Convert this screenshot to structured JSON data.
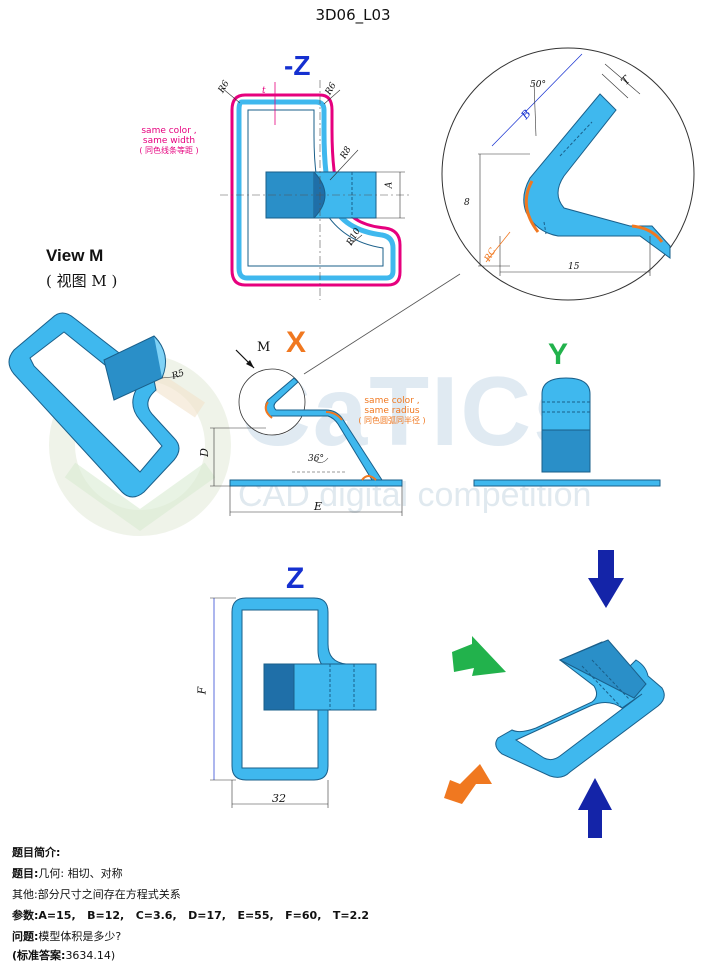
{
  "title": "3D06_L03",
  "views": {
    "minus_z": "-Z",
    "x": "X",
    "y": "Y",
    "z": "Z",
    "view_m": "View M",
    "view_m_cn": "( 视图 M )",
    "m_marker": "M"
  },
  "notes": {
    "same_width_en_1": "same color ,",
    "same_width_en_2": "same width",
    "same_width_cn": "( 同色线条等距 )",
    "same_radius_en_1": "same color ,",
    "same_radius_en_2": "same radius",
    "same_radius_cn": "( 同色圆弧同半径 )"
  },
  "dimensions": {
    "r6_left": "R6",
    "r6_right": "R6",
    "t_top": "t",
    "r8": "R8",
    "a": "A",
    "r10": "R10",
    "angle_50": "50°",
    "b": "B",
    "t_detail": "T",
    "eight": "8",
    "rc": "RC",
    "fifteen": "15",
    "r5": "R5",
    "d": "D",
    "angle_36": "36°",
    "e": "E",
    "f": "F",
    "thirty_two": "32"
  },
  "watermark": {
    "brand": "CaTICs",
    "tagline": "CAD digital competition"
  },
  "colors": {
    "part_fill": "#3fb8ee",
    "part_stroke": "#1a5f8a",
    "highlight_pink": "#e6007e",
    "highlight_orange": "#f07820",
    "label_blue": "#1530d0",
    "label_orange": "#f07820",
    "label_green": "#22b24c",
    "arrow_blue": "#1424a8"
  },
  "info": {
    "intro_label": "题目简介:",
    "topic_label": "题目:",
    "topic_value": "几何: 相切、对称",
    "other_label": "其他:",
    "other_value": "部分尺寸之间存在方程式关系",
    "params_label": "参数:",
    "params_value": "A=15,   B=12,   C=3.6,   D=17,   E=55,   F=60,   T=2.2",
    "question_label": "问题:",
    "question_value": "模型体积是多少?",
    "answer_label": "(标准答案:",
    "answer_value": "3634.14)"
  }
}
